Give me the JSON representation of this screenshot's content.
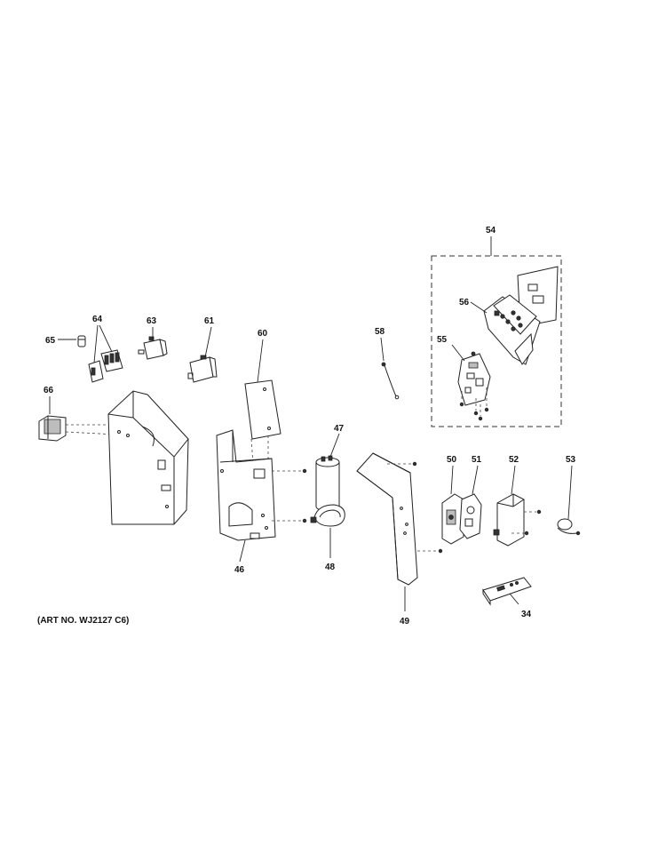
{
  "callouts": {
    "c54": "54",
    "c56": "56",
    "c55": "55",
    "c58": "58",
    "c60": "60",
    "c61": "61",
    "c63": "63",
    "c64": "64",
    "c65": "65",
    "c66": "66",
    "c47": "47",
    "c48": "48",
    "c46": "46",
    "c50": "50",
    "c51": "51",
    "c52": "52",
    "c53": "53",
    "c49": "49",
    "c34": "34"
  },
  "art_number": "(ART NO. WJ2127 C6)"
}
